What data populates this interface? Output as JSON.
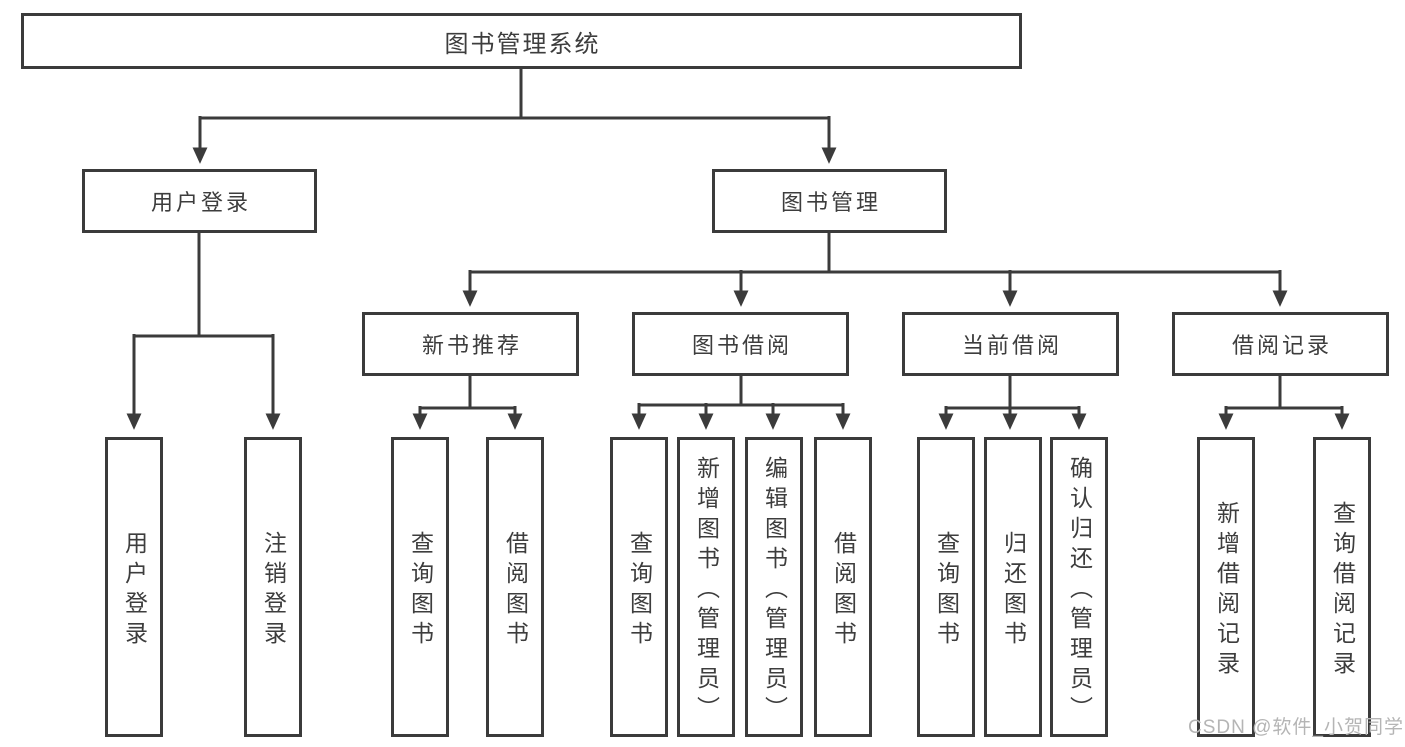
{
  "diagram": {
    "title": "图书管理系统",
    "branches": {
      "user": {
        "label": "用户登录",
        "children": [
          "用户登录",
          "注销登录"
        ]
      },
      "books": {
        "label": "图书管理",
        "modules": [
          {
            "label": "新书推荐",
            "children": [
              "查询图书",
              "借阅图书"
            ]
          },
          {
            "label": "图书借阅",
            "children": [
              "查询图书",
              "新增图书（管理员）",
              "编辑图书（管理员）",
              "借阅图书"
            ]
          },
          {
            "label": "当前借阅",
            "children": [
              "查询图书",
              "归还图书",
              "确认归还（管理员）"
            ]
          },
          {
            "label": "借阅记录",
            "children": [
              "新增借阅记录",
              "查询借阅记录"
            ]
          }
        ]
      }
    }
  },
  "watermark": "CSDN @软件_小贺同学",
  "colors": {
    "line": "#3b3b3b",
    "text": "#3d3d3d",
    "watermark": "#b5b5b5",
    "background": "#ffffff"
  }
}
